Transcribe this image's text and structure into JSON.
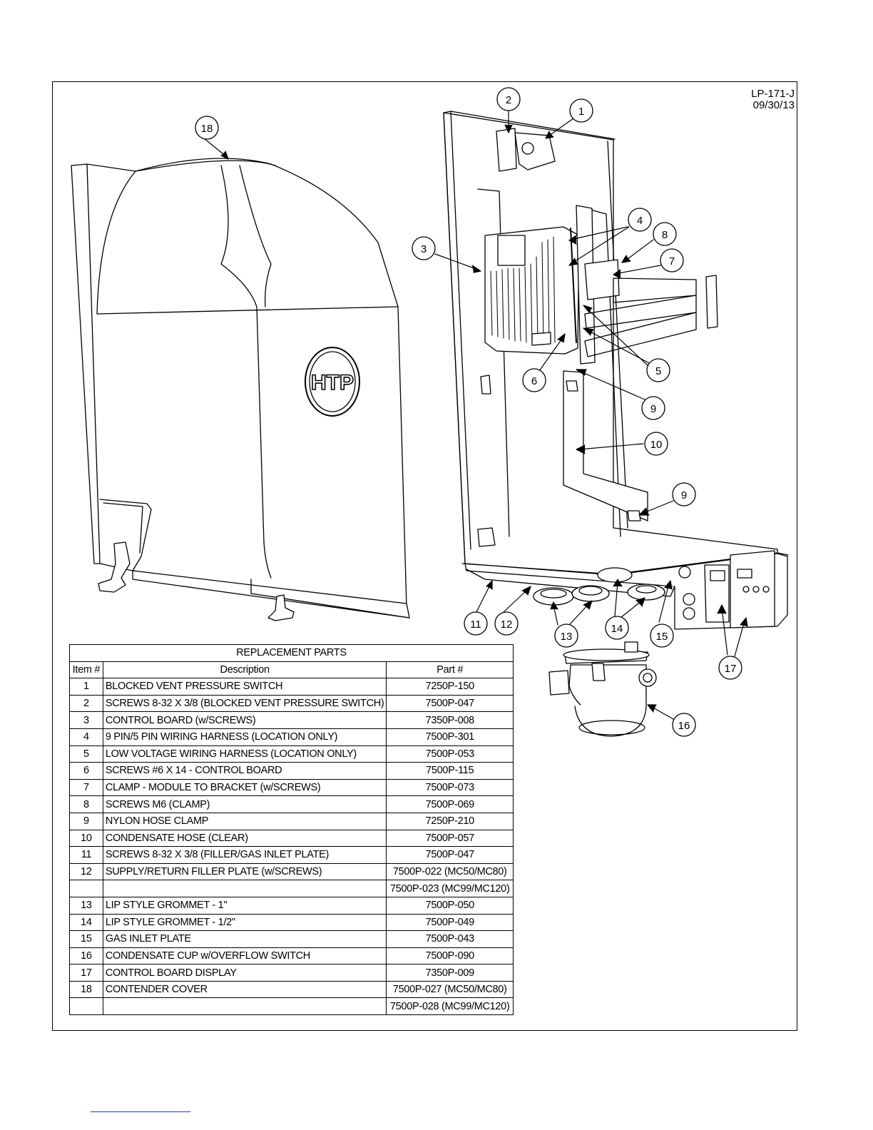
{
  "document": {
    "drawing_number": "LP-171-J",
    "drawing_date": "09/30/13"
  },
  "diagram": {
    "logo_text": "HTP",
    "callouts": [
      "1",
      "2",
      "3",
      "4",
      "5",
      "6",
      "7",
      "8",
      "9",
      "9",
      "10",
      "11",
      "12",
      "13",
      "14",
      "15",
      "16",
      "17",
      "18"
    ]
  },
  "parts_table": {
    "title": "REPLACEMENT PARTS",
    "headers": [
      "Item #",
      "Description",
      "Part #"
    ],
    "rows": [
      {
        "item": "1",
        "description": "BLOCKED VENT PRESSURE SWITCH",
        "part": "7250P-150"
      },
      {
        "item": "2",
        "description": "SCREWS 8-32 X 3/8 (BLOCKED VENT PRESSURE SWITCH)",
        "part": "7500P-047"
      },
      {
        "item": "3",
        "description": "CONTROL BOARD (w/SCREWS)",
        "part": "7350P-008"
      },
      {
        "item": "4",
        "description": "9 PIN/5 PIN WIRING HARNESS (LOCATION ONLY)",
        "part": "7500P-301"
      },
      {
        "item": "5",
        "description": "LOW VOLTAGE WIRING HARNESS (LOCATION ONLY)",
        "part": "7500P-053"
      },
      {
        "item": "6",
        "description": "SCREWS #6 X 14 - CONTROL BOARD",
        "part": "7500P-115"
      },
      {
        "item": "7",
        "description": "CLAMP - MODULE TO BRACKET (w/SCREWS)",
        "part": "7500P-073"
      },
      {
        "item": "8",
        "description": "SCREWS M6 (CLAMP)",
        "part": "7500P-069"
      },
      {
        "item": "9",
        "description": "NYLON HOSE CLAMP",
        "part": "7250P-210"
      },
      {
        "item": "10",
        "description": "CONDENSATE HOSE (CLEAR)",
        "part": "7500P-057"
      },
      {
        "item": "11",
        "description": "SCREWS 8-32 X 3/8 (FILLER/GAS INLET PLATE)",
        "part": "7500P-047"
      },
      {
        "item": "12",
        "description": "SUPPLY/RETURN FILLER PLATE (w/SCREWS)",
        "part": "7500P-022 (MC50/MC80)"
      },
      {
        "item": "",
        "description": "",
        "part": "7500P-023 (MC99/MC120)"
      },
      {
        "item": "13",
        "description": "LIP STYLE GROMMET - 1\"",
        "part": "7500P-050"
      },
      {
        "item": "14",
        "description": "LIP STYLE GROMMET - 1/2\"",
        "part": "7500P-049"
      },
      {
        "item": "15",
        "description": "GAS INLET PLATE",
        "part": "7500P-043"
      },
      {
        "item": "16",
        "description": "CONDENSATE CUP w/OVERFLOW SWITCH",
        "part": "7500P-090"
      },
      {
        "item": "17",
        "description": "CONTROL BOARD DISPLAY",
        "part": "7350P-009"
      },
      {
        "item": "18",
        "description": "CONTENDER COVER",
        "part": "7500P-027 (MC50/MC80)"
      },
      {
        "item": "",
        "description": "",
        "part": "7500P-028 (MC99/MC120)"
      }
    ]
  }
}
